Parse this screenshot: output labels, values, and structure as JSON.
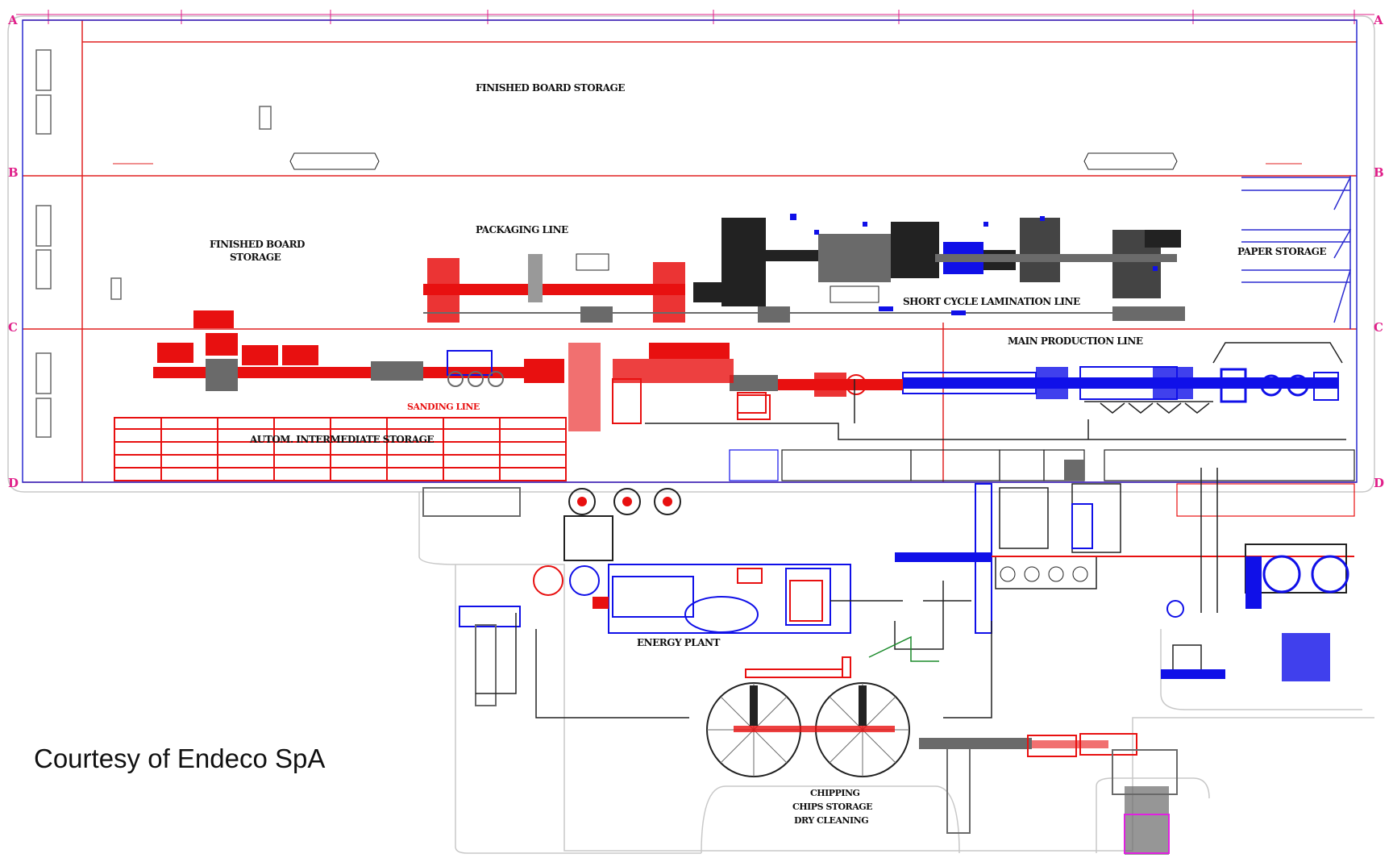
{
  "labels": {
    "finished_board_storage_top": "FINISHED BOARD STORAGE",
    "finished_board_storage_left_1": "FINISHED BOARD",
    "finished_board_storage_left_2": "STORAGE",
    "packaging_line": "PACKAGING LINE",
    "paper_storage": "PAPER STORAGE",
    "short_cycle_lamination_line": "SHORT CYCLE LAMINATION LINE",
    "main_production_line": "MAIN PRODUCTION LINE",
    "sanding_line": "SANDING LINE",
    "autom_intermediate_storage": "AUTOM. INTERMEDIATE STORAGE",
    "energy_plant": "ENERGY PLANT",
    "chipping_1": "CHIPPING",
    "chipping_2": "CHIPS STORAGE",
    "chipping_3": "DRY CLEANING"
  },
  "grid_rows": {
    "left": [
      "A",
      "B",
      "C",
      "D"
    ],
    "right": [
      "A",
      "B",
      "C",
      "D"
    ]
  },
  "courtesy": "Courtesy of Endeco SpA",
  "colors": {
    "grid_line": "#e02020",
    "building_outline": "#2a2ad0",
    "equipment_red": "#e81010",
    "equipment_blue": "#1010e8",
    "equipment_gray": "#6a6a6a",
    "grid_letter": "#e0208a"
  }
}
